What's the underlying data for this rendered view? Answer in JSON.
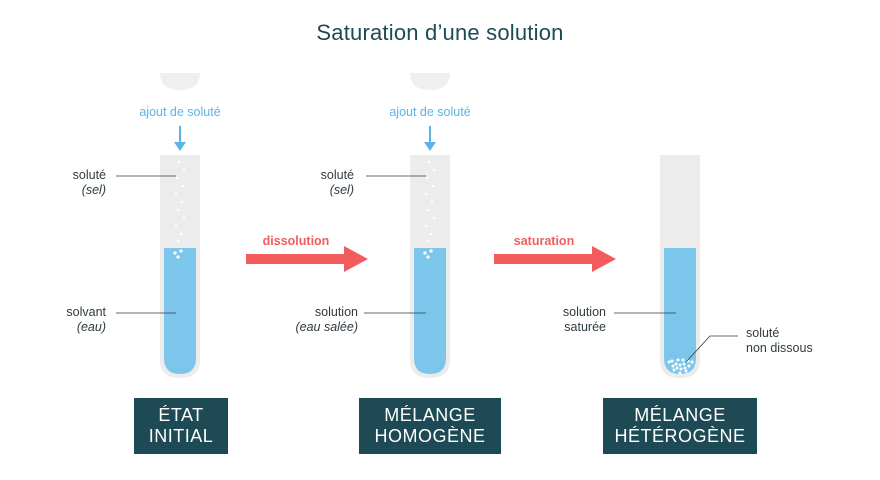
{
  "title": "Saturation d’une solution",
  "add_label": "ajout de soluté",
  "tubes": [
    {
      "top_label": {
        "line1": "soluté",
        "line2": "(sel)"
      },
      "bottom_label": {
        "line1": "solvant",
        "line2": "(eau)"
      },
      "state": {
        "line1": "ÉTAT",
        "line2": "INITIAL"
      }
    },
    {
      "top_label": {
        "line1": "soluté",
        "line2": "(sel)"
      },
      "bottom_label": {
        "line1": "solution",
        "line2": "(eau salée)"
      },
      "state": {
        "line1": "MÉLANGE",
        "line2": "HOMOGÈNE"
      }
    },
    {
      "bottom_label": {
        "line1": "solution",
        "line2": "saturée"
      },
      "right_label": {
        "line1": "soluté",
        "line2": "non dissous"
      },
      "state": {
        "line1": "MÉLANGE",
        "line2": "HÉTÉROGÈNE"
      }
    }
  ],
  "arrows": [
    "dissolution",
    "saturation"
  ],
  "colors": {
    "title": "#1d4a55",
    "liquid": "#7cc6ec",
    "tube": "#ececec",
    "arrow": "#f25c5c",
    "add": "#5ab4e6",
    "box": "#1d4a55"
  }
}
